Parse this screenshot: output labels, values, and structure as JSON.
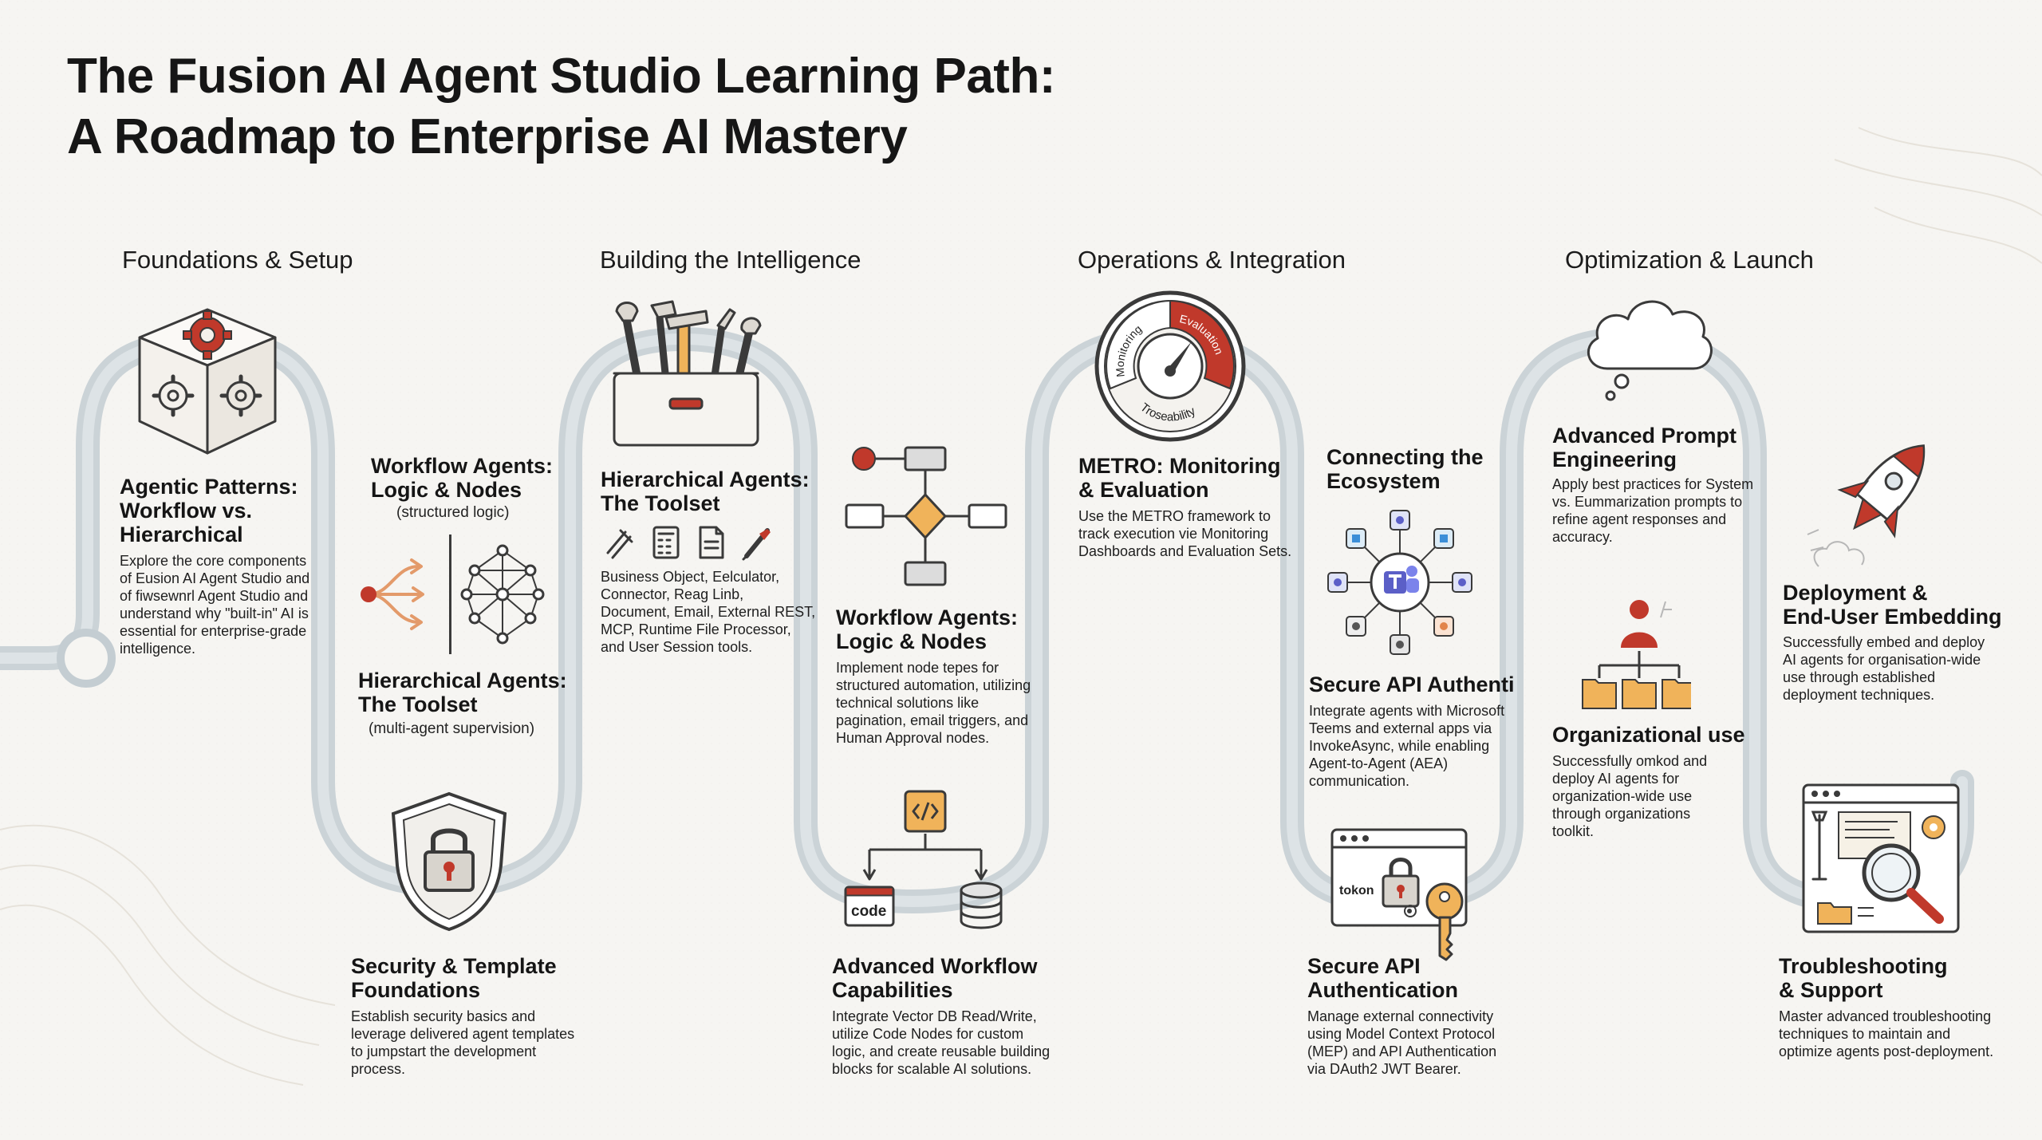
{
  "title": {
    "line1": "The Fusion AI Agent Studio Learning Path:",
    "line2": "A Roadmap to Enterprise AI Mastery"
  },
  "phases": {
    "p1": "Foundations & Setup",
    "p2": "Building the Intelligence",
    "p3": "Operations & Integration",
    "p4": "Optimization & Launch"
  },
  "colors": {
    "track": "#c9d2d6",
    "accent_red": "#c0392b",
    "accent_orange": "#f0b35a",
    "ink": "#3a3a3a"
  },
  "steps": {
    "agentic": {
      "h1": "Agentic Patterns:",
      "h2": "Workflow vs.",
      "h3": "Hierarchical",
      "d1": "Explore the core components",
      "d2": "of Eusion AI Agent Studio and",
      "d3": "of fiwsewnrl Agent Studio and",
      "d4": "understand why \"built-in\" AI is",
      "d5": "essential for enterprise-grade",
      "d6": "intelligence."
    },
    "wf1": {
      "h1": "Workflow Agents:",
      "h2": "Logic & Nodes",
      "sub": "(structured logic)"
    },
    "hier1": {
      "h1": "Hierarchical Agents:",
      "h2": "The Toolset",
      "sub": "(multi-agent supervision)"
    },
    "security": {
      "h1": "Security & Template",
      "h2": "Foundations",
      "d1": "Establish security basics and",
      "d2": "leverage delivered agent templates",
      "d3": "to jumpstart the development",
      "d4": "process."
    },
    "hier2": {
      "h1": "Hierarchical Agents:",
      "h2": "The Toolset",
      "d1": "Business Object, Eelculator,",
      "d2": "Connector, Reag Linb,",
      "d3": "Document, Email, External REST,",
      "d4": "MCP, Runtime File Processor,",
      "d5": "and User Session tools."
    },
    "wf2": {
      "h1": "Workflow Agents:",
      "h2": "Logic & Nodes",
      "d1": "Implement node tepes for",
      "d2": "structured automation, utilizing",
      "d3": "technical solutions like",
      "d4": "pagination, email triggers, and",
      "d5": "Human Approval nodes."
    },
    "advwf": {
      "h1": "Advanced Workflow",
      "h2": "Capabilities",
      "d1": "Integrate Vector DB Read/Write,",
      "d2": "utilize Code Nodes for custom",
      "d3": "logic, and create reusable building",
      "d4": "blocks for scalable AI solutions.",
      "code_label": "code"
    },
    "metro": {
      "h1": "METRO: Monitoring",
      "h2": "& Evaluation",
      "d1": "Use the METRO framework to",
      "d2": "track execution vie Monitoring",
      "d3": "Dashboards and Evaluation Sets.",
      "g_monitoring": "Monitoring",
      "g_evaluation": "Evaluation",
      "g_traceability": "Troseability"
    },
    "connect": {
      "h1": "Connecting the",
      "h2": "Ecosystem"
    },
    "secure1": {
      "h1": "Secure API Authenti",
      "d1": "Integrate agents with Microsoft",
      "d2": "Teems and external apps via",
      "d3": "InvokeAsync, while enabling",
      "d4": "Agent-to-Agent (AEA)",
      "d5": "communication."
    },
    "secure2": {
      "h1": "Secure API",
      "h2": "Authentication",
      "d1": "Manage external connectivity",
      "d2": "using Model Context Protocol",
      "d3": "(MEP) and API Authentication",
      "d4": "via DAuth2 JWT Bearer.",
      "token_label": "tokon"
    },
    "prompt": {
      "h1": "Advanced Prompt",
      "h2": "Engineering",
      "d1": "Apply best practices for System",
      "d2": "vs. Eummarization prompts to",
      "d3": "refine agent responses and",
      "d4": "accuracy."
    },
    "org": {
      "h1": "Organizational use",
      "d1": "Successfully omkod and",
      "d2": "deploy AI agents for",
      "d3": "organization-wide use",
      "d4": "through organizations",
      "d5": "toolkit."
    },
    "deploy": {
      "h1": "Deployment &",
      "h2": "End-User Embedding",
      "d1": "Successfully embed and deploy",
      "d2": "AI agents for organisation-wide",
      "d3": "use through established",
      "d4": "deployment techniques."
    },
    "trouble": {
      "h1": "Troubleshooting",
      "h2": "& Support",
      "d1": "Master advanced troubleshooting",
      "d2": "techniques to maintain and",
      "d3": "optimize agents post-deployment."
    }
  },
  "icons": [
    "gear-cube-icon",
    "branching-icon",
    "neural-network-icon",
    "shield-lock-icon",
    "toolbox-icon",
    "tools-row-icon",
    "flowchart-icon",
    "code-node-icon",
    "database-icon",
    "gauge-icon",
    "teams-hub-icon",
    "token-key-icon",
    "cloud-icon",
    "org-chart-icon",
    "rocket-icon",
    "troubleshoot-window-icon"
  ]
}
